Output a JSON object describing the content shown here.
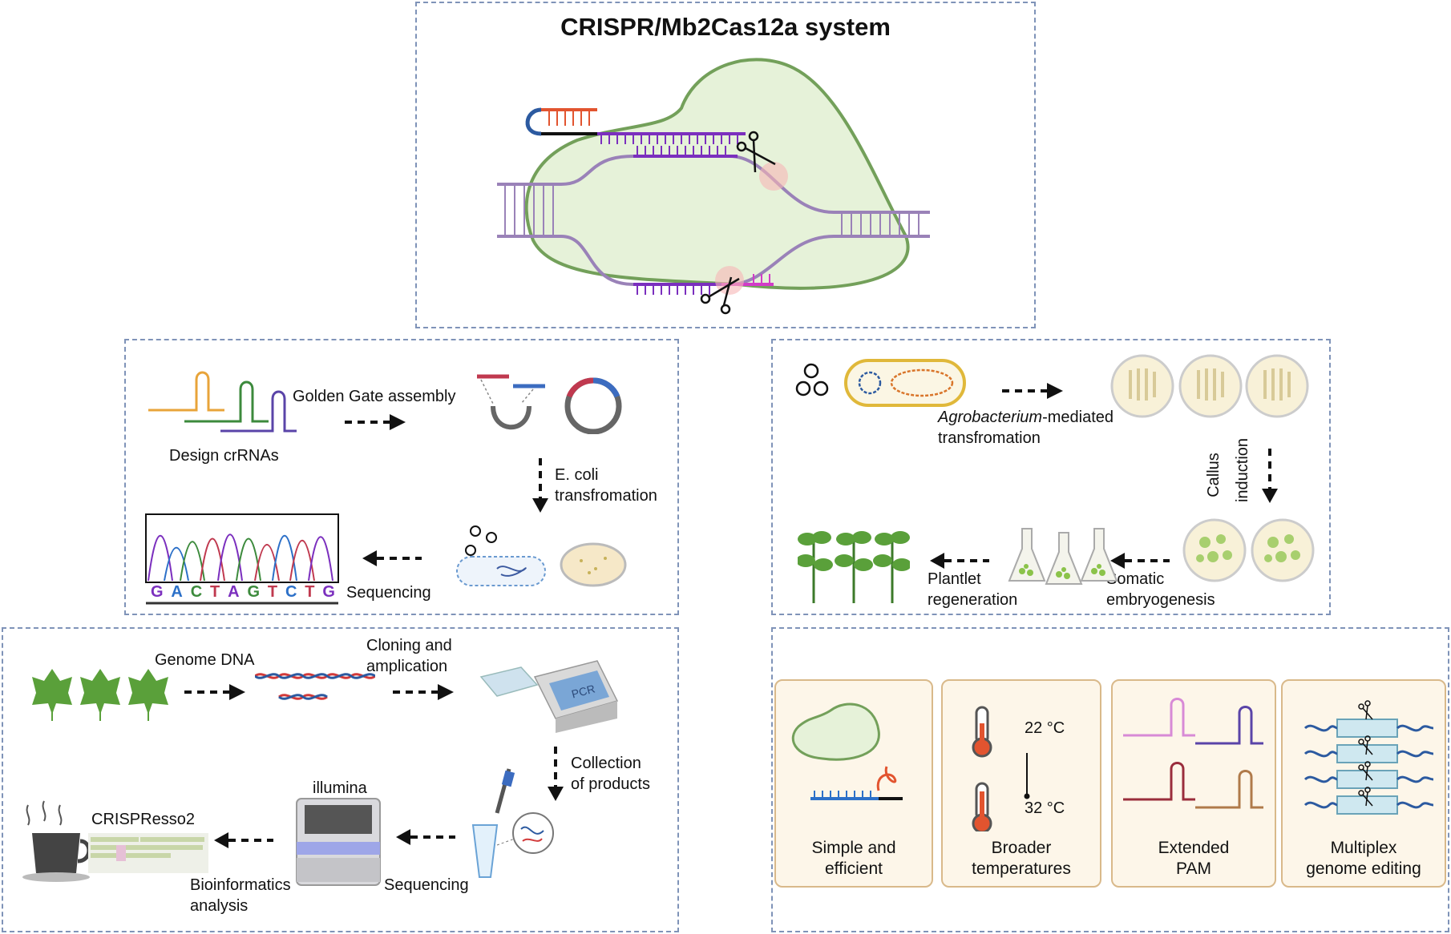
{
  "title": "CRISPR/Mb2Cas12a system",
  "cloning": {
    "design_label": "Design crRNAs",
    "golden_gate_label": "Golden Gate assembly",
    "ecoli_label_1": "E. coli",
    "ecoli_label_2": "transfromation",
    "sequencing_label": "Sequencing",
    "chromatogram_bases": [
      "G",
      "A",
      "C",
      "T",
      "A",
      "G",
      "T",
      "C",
      "T",
      "G"
    ]
  },
  "transformation": {
    "agro_italic": "Agrobacterium",
    "agro_rest": "-mediated",
    "agro_line2": "transfromation",
    "callus_1": "Callus",
    "callus_2": "induction",
    "somatic_1": "Somatic",
    "somatic_2": "embryogenesis",
    "plantlet_1": "Plantlet",
    "plantlet_2": "regeneration"
  },
  "analysis": {
    "genome_label": "Genome DNA",
    "cloning_1": "Cloning and",
    "cloning_2": "amplication",
    "pcr_label": "PCR",
    "collection_1": "Collection",
    "collection_2": "of products",
    "illumina_label": "illumina",
    "sequencing_label": "Sequencing",
    "crispresso_label": "CRISPResso2",
    "bioinfo_1": "Bioinformatics",
    "bioinfo_2": "analysis"
  },
  "features": {
    "temp_high": "22 °C",
    "temp_low": "32 °C",
    "cards": [
      {
        "line1": "Simple and",
        "line2": "efficient"
      },
      {
        "line1": "Broader",
        "line2": "temperatures"
      },
      {
        "line1": "Extended",
        "line2": "PAM"
      },
      {
        "line1": "Multiplex",
        "line2": "genome editing"
      }
    ]
  },
  "colors": {
    "panel_border": "#7f93b8",
    "cas_fill": "#e6f2d9",
    "cas_stroke": "#73a05a",
    "dna_purple": "#9a82b8",
    "guide_purple": "#7b2fbe",
    "pam_magenta": "#d23cc8",
    "card_fill": "#fdf6e9",
    "card_border": "#d9b98a"
  }
}
